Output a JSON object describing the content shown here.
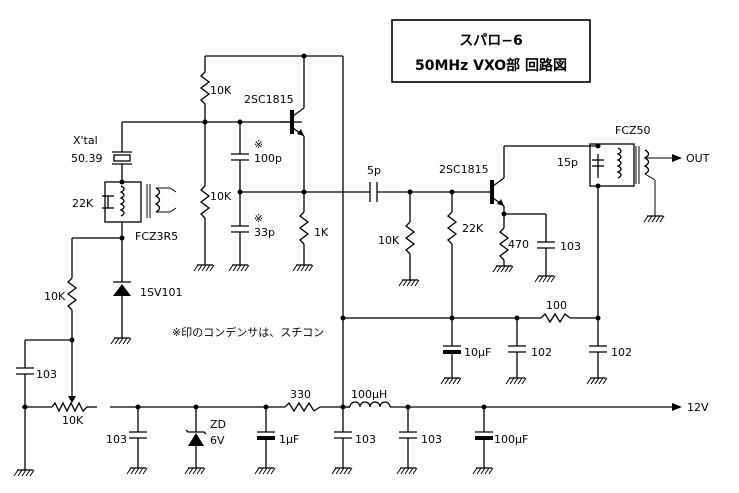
{
  "title": {
    "line1": "スパロ−6",
    "line2": "50MHz  VXO部  回路図"
  },
  "note": "※印のコンデンサは、スチコン",
  "components": {
    "xtal": {
      "label": "X'tal",
      "value": "50.39"
    },
    "fcz3r5": {
      "label": "FCZ3R5",
      "cap": "22K"
    },
    "diode": {
      "label": "1SV101"
    },
    "r_top": "10K",
    "r_mid": "10K",
    "c_100p": "100p",
    "c_33p": "33p",
    "mark1": "※",
    "mark2": "※",
    "r_1k": "1K",
    "tr1": "2SC1815",
    "c_5p": "5p",
    "r_10k_b": "10K",
    "r_22k_b": "22K",
    "tr2": "2SC1815",
    "r_470": "470",
    "c_103_e": "103",
    "fcz50": {
      "label": "FCZ50",
      "cap": "15p"
    },
    "out": "OUT",
    "r_100": "100",
    "c_10uf": "10μF",
    "c_102a": "102",
    "c_102b": "102",
    "r_10k_left": "10K",
    "c_103_left": "103",
    "vr_10k": "10K",
    "c_103_b": "103",
    "zd": {
      "label": "ZD",
      "value": "6V"
    },
    "c_1uf": "1μF",
    "r_330": "330",
    "l_100uh": "100μH",
    "c_103_c": "103",
    "c_103_d": "103",
    "c_100uf": "100μF",
    "supply": "12V"
  }
}
